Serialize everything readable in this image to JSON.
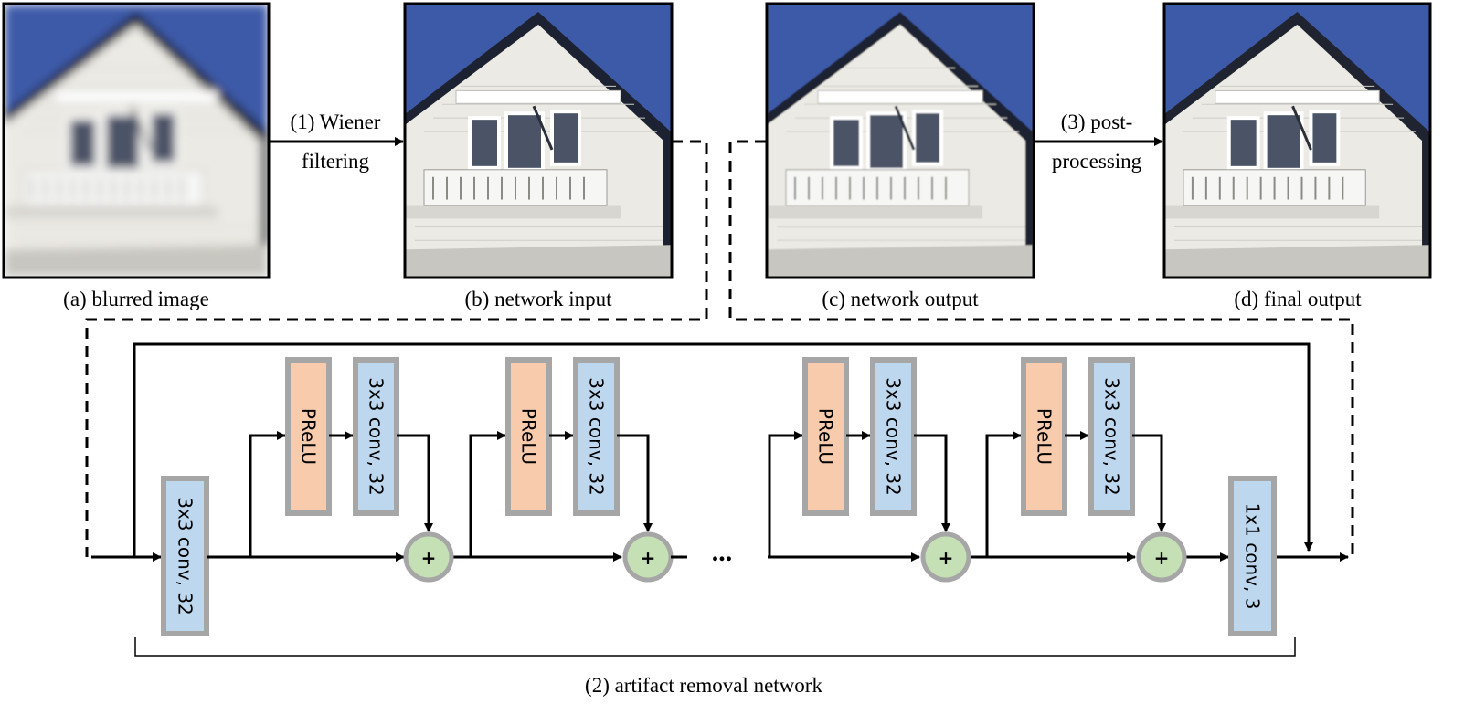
{
  "panels": [
    {
      "caption": "(a) blurred image",
      "quality": "blurred"
    },
    {
      "caption": "(b) network input",
      "quality": "noisy"
    },
    {
      "caption": "(c) network output",
      "quality": "clean"
    },
    {
      "caption": "(d) final output",
      "quality": "sharp"
    }
  ],
  "steps": {
    "step1_line1": "(1) Wiener",
    "step1_line2": "filtering",
    "step3_line1": "(3) post-",
    "step3_line2": "processing",
    "network_caption": "(2) artifact removal network"
  },
  "blocks": {
    "first_conv": "3x3 conv, 32",
    "prelu": "PReLU",
    "res_conv": "3x3 conv, 32",
    "final_conv": "1x1 conv, 3",
    "sum_symbol": "+",
    "ellipsis": "..."
  },
  "colors": {
    "prelu_fill": "#f8cbad",
    "conv_fill": "#bdd7ee",
    "block_border": "#a6a6a6",
    "sum_fill": "#c5e0b4",
    "sky": "#3d5aa8",
    "house": "#eceae4",
    "roof": "#2a2f3a"
  }
}
